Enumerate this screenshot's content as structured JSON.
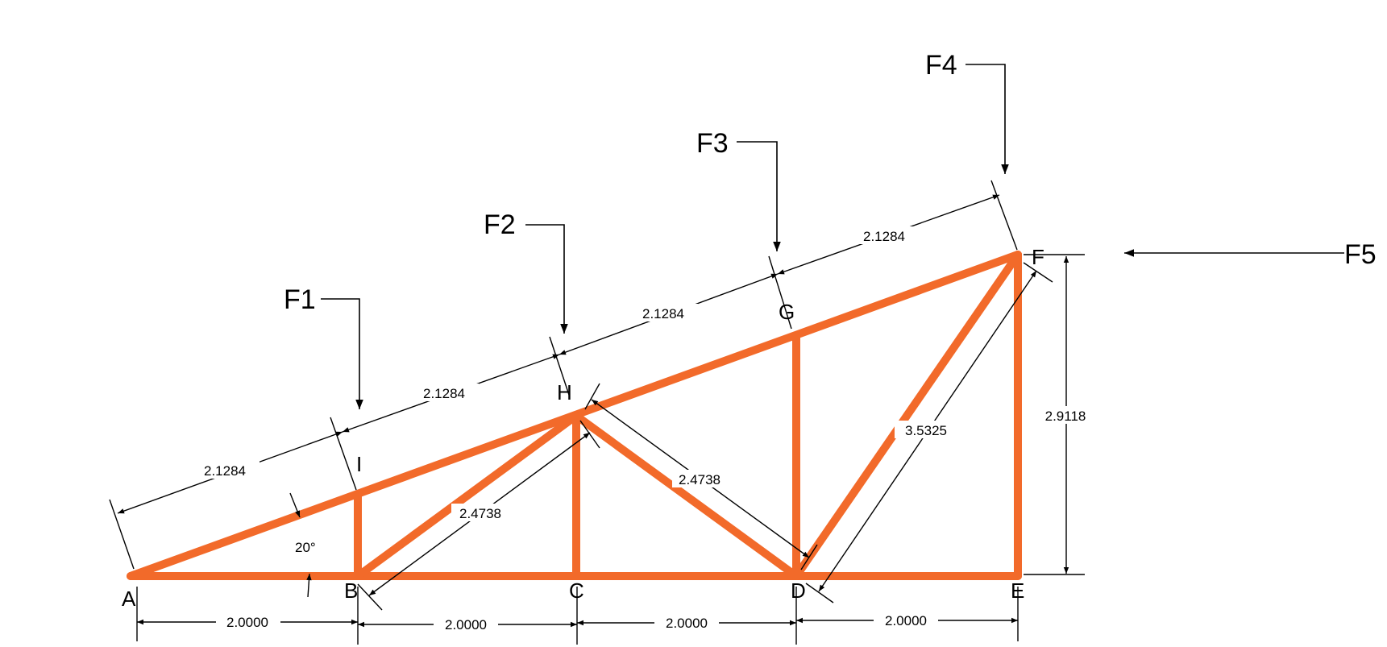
{
  "colors": {
    "member": "#f26a2a",
    "line": "#000000",
    "background": "#ffffff"
  },
  "nodes": {
    "A": "A",
    "B": "B",
    "C": "C",
    "D": "D",
    "E": "E",
    "F": "F",
    "G": "G",
    "H": "H",
    "I": "I"
  },
  "forces": {
    "F1": "F1",
    "F2": "F2",
    "F3": "F3",
    "F4": "F4",
    "F5": "F5"
  },
  "angle": "20°",
  "dims": {
    "top_AI": "2.1284",
    "top_IH": "2.1284",
    "top_HG": "2.1284",
    "top_GF": "2.1284",
    "bottom_AB": "2.0000",
    "bottom_BC": "2.0000",
    "bottom_CD": "2.0000",
    "bottom_DE": "2.0000",
    "diag_BH": "2.4738",
    "diag_HD": "2.4738",
    "diag_DF": "3.5325",
    "height_EF": "2.9118"
  }
}
